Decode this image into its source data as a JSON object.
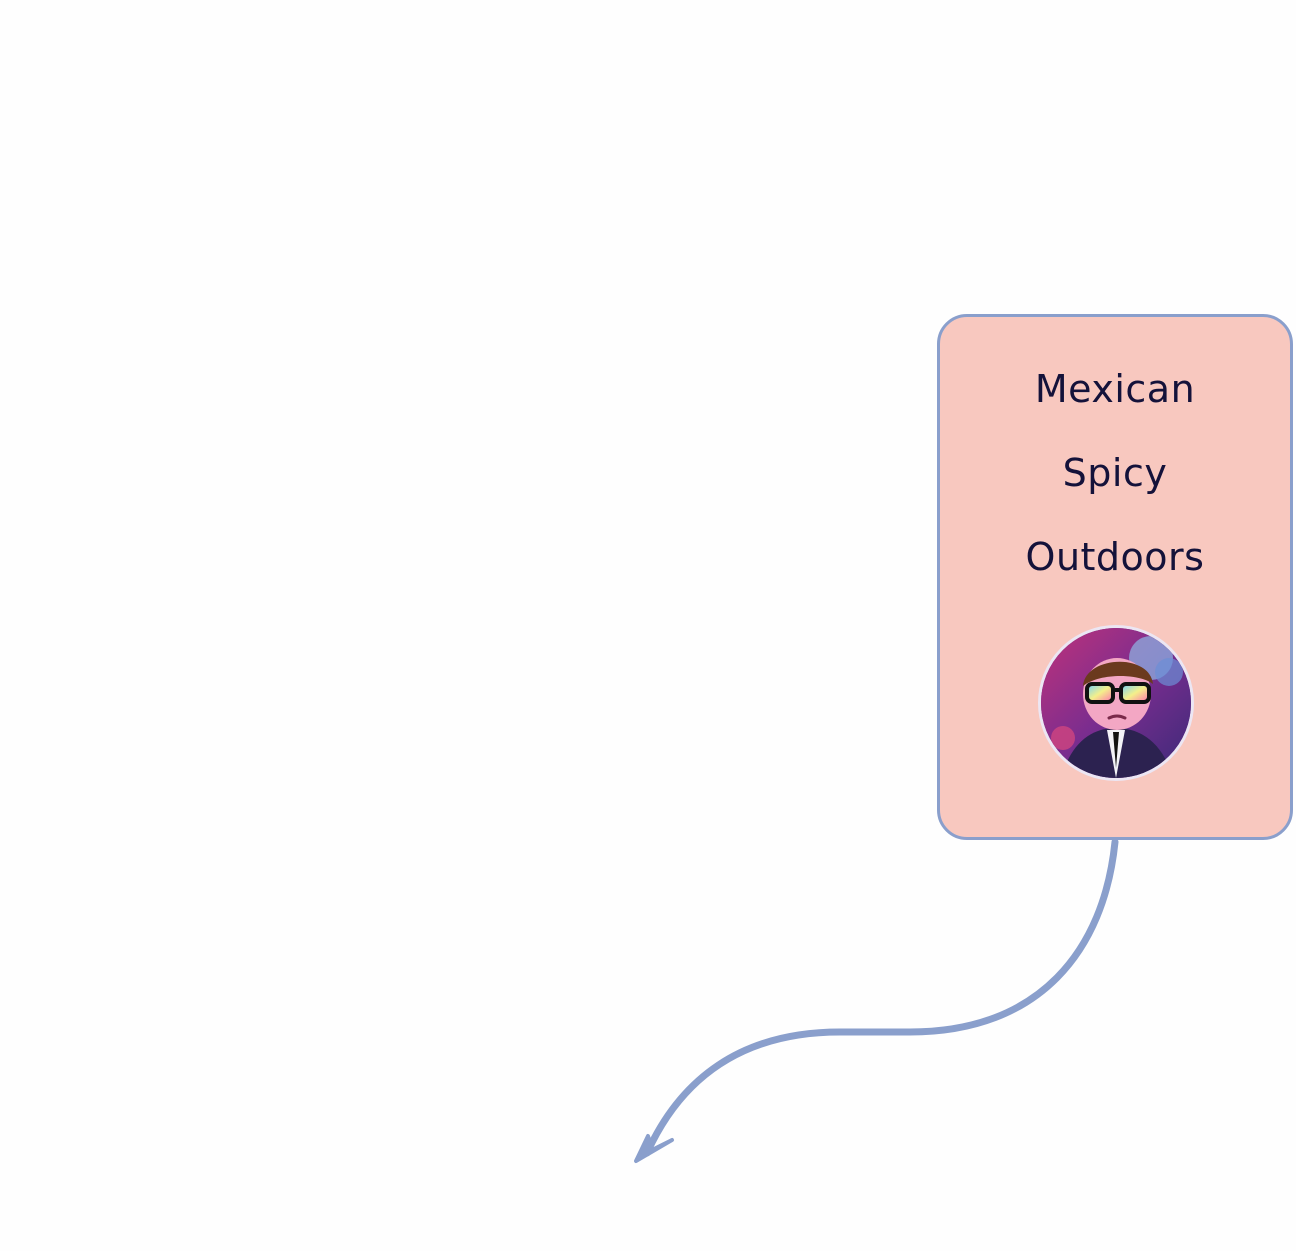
{
  "card": {
    "tags": [
      "Mexican",
      "Spicy",
      "Outdoors"
    ],
    "avatar_icon": "avatar-portrait-sunglasses"
  },
  "colors": {
    "card_fill": "#f8c8bf",
    "card_border": "#8a9fcc",
    "text": "#14123a",
    "connector": "#8a9fcc"
  }
}
